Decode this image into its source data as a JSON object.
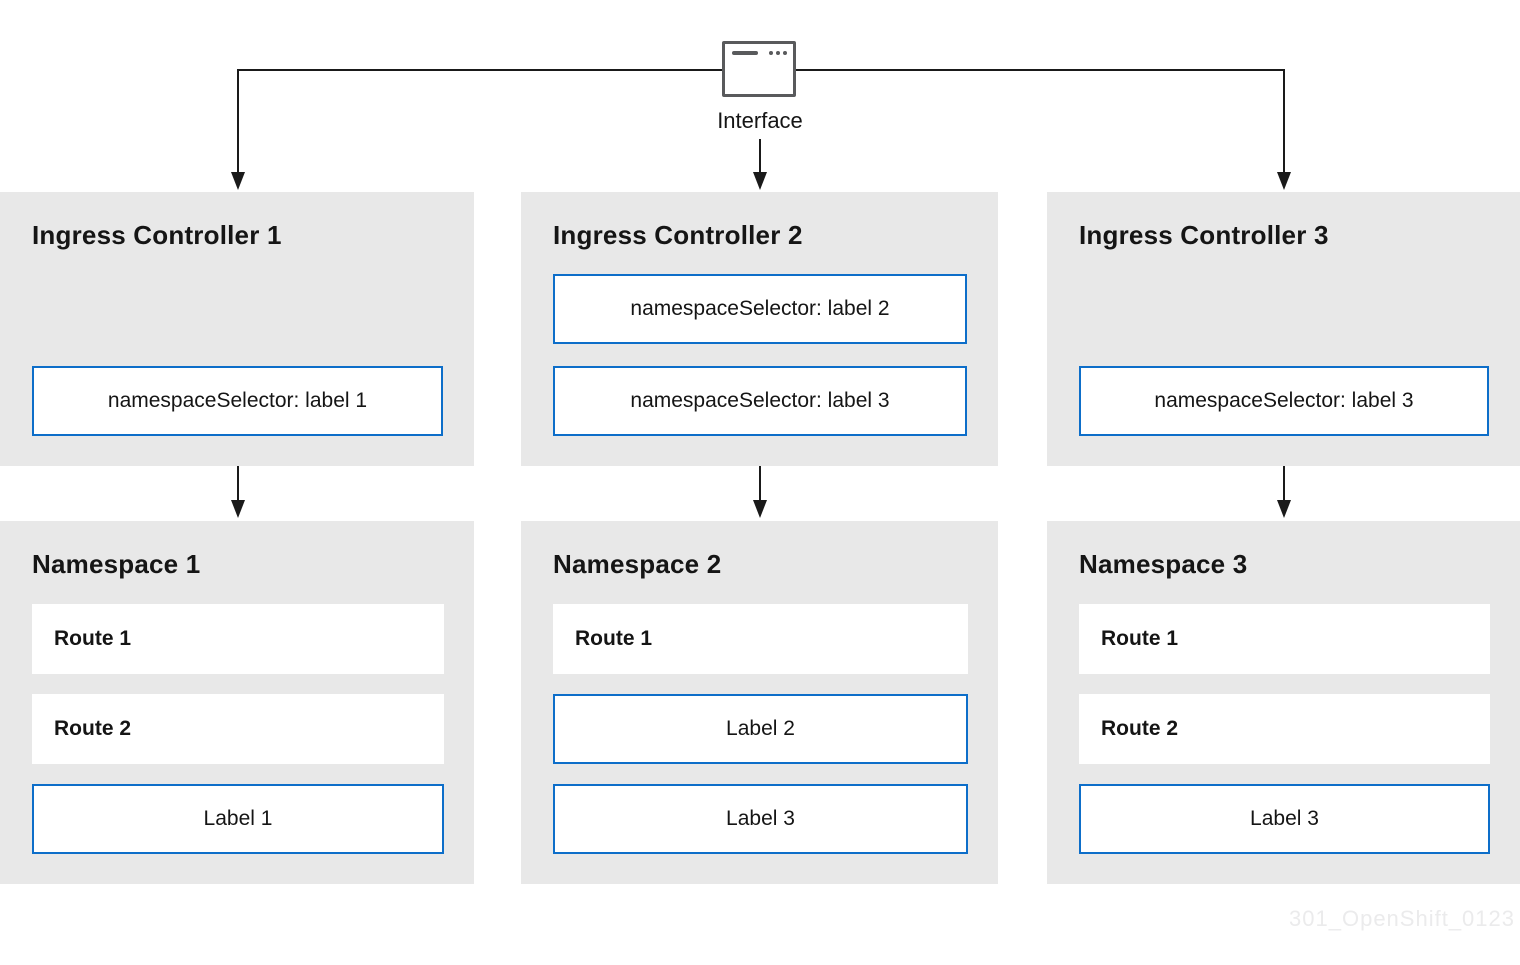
{
  "interface": {
    "label": "Interface"
  },
  "ingress_controllers": [
    {
      "title": "Ingress Controller 1",
      "selectors": [
        "namespaceSelector: label 1"
      ]
    },
    {
      "title": "Ingress Controller 2",
      "selectors": [
        "namespaceSelector: label 2",
        "namespaceSelector: label 3"
      ]
    },
    {
      "title": "Ingress Controller 3",
      "selectors": [
        "namespaceSelector: label 3"
      ]
    }
  ],
  "namespaces": [
    {
      "title": "Namespace 1",
      "items": [
        {
          "text": "Route 1",
          "type": "route"
        },
        {
          "text": "Route 2",
          "type": "route"
        },
        {
          "text": "Label 1",
          "type": "label"
        }
      ]
    },
    {
      "title": "Namespace 2",
      "items": [
        {
          "text": "Route 1",
          "type": "route"
        },
        {
          "text": "Label 2",
          "type": "label"
        },
        {
          "text": "Label 3",
          "type": "label"
        }
      ]
    },
    {
      "title": "Namespace 3",
      "items": [
        {
          "text": "Route 1",
          "type": "route"
        },
        {
          "text": "Route 2",
          "type": "route"
        },
        {
          "text": "Label 3",
          "type": "label"
        }
      ]
    }
  ],
  "watermark": "301_OpenShift_0123",
  "colors": {
    "accent_blue": "#0d6ec9",
    "panel_gray": "#e8e8e8",
    "line_dark": "#1a1a1a",
    "icon_gray": "#595a5c",
    "text_dark": "#151515",
    "watermark_gray": "#ebebec"
  }
}
